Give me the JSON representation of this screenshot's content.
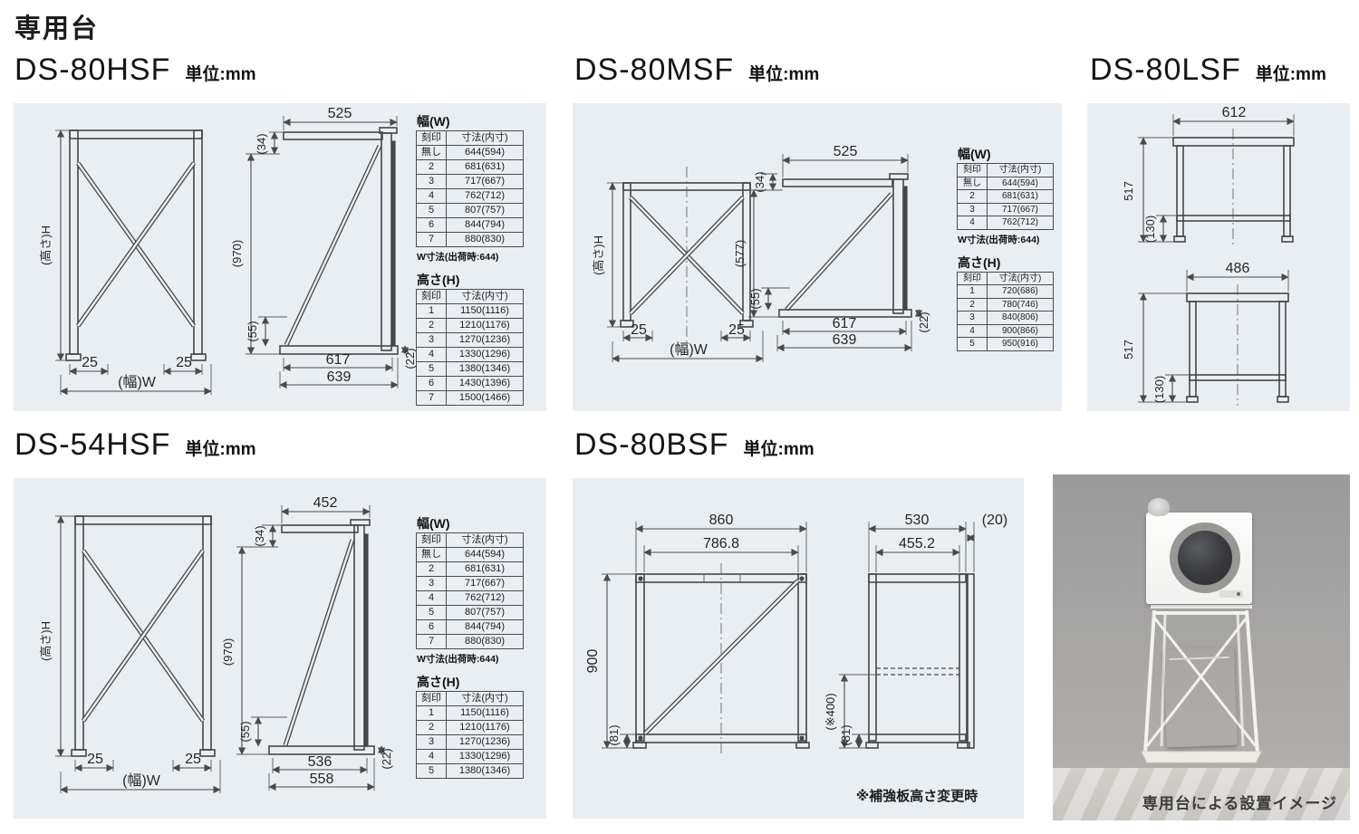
{
  "page_title": "専用台",
  "unit": "単位:mm",
  "table_header": {
    "mark": "刻印",
    "size": "寸法(内寸)"
  },
  "common": {
    "w_title": "幅(W)",
    "h_title": "高さ(H)",
    "w_note": "W寸法(出荷時:644)",
    "height_label": "(高さ)H",
    "width_label": "(幅)W",
    "foot": "25"
  },
  "ds80hsf": {
    "model": "DS-80HSF",
    "side": {
      "top_width": "525",
      "top_offset": "(34)",
      "height": "(970)",
      "brace_offset": "(55)",
      "inner_depth": "617",
      "outer_depth": "639",
      "base_thickness": "(22)"
    },
    "w_rows": [
      [
        "無し",
        "644(594)"
      ],
      [
        "2",
        "681(631)"
      ],
      [
        "3",
        "717(667)"
      ],
      [
        "4",
        "762(712)"
      ],
      [
        "5",
        "807(757)"
      ],
      [
        "6",
        "844(794)"
      ],
      [
        "7",
        "880(830)"
      ]
    ],
    "h_rows": [
      [
        "1",
        "1150(1116)"
      ],
      [
        "2",
        "1210(1176)"
      ],
      [
        "3",
        "1270(1236)"
      ],
      [
        "4",
        "1330(1296)"
      ],
      [
        "5",
        "1380(1346)"
      ],
      [
        "6",
        "1430(1396)"
      ],
      [
        "7",
        "1500(1466)"
      ]
    ]
  },
  "ds80msf": {
    "model": "DS-80MSF",
    "side": {
      "top_width": "525",
      "top_offset": "(34)",
      "height": "(577)",
      "brace_offset": "(55)",
      "inner_depth": "617",
      "outer_depth": "639",
      "base_thickness": "(22)"
    },
    "w_rows": [
      [
        "無し",
        "644(594)"
      ],
      [
        "2",
        "681(631)"
      ],
      [
        "3",
        "717(667)"
      ],
      [
        "4",
        "762(712)"
      ]
    ],
    "h_rows": [
      [
        "1",
        "720(686)"
      ],
      [
        "2",
        "780(746)"
      ],
      [
        "3",
        "840(806)"
      ],
      [
        "4",
        "900(866)"
      ],
      [
        "5",
        "950(916)"
      ]
    ]
  },
  "ds80lsf": {
    "model": "DS-80LSF",
    "view1": {
      "width": "612",
      "height": "517",
      "shelf_height": "(130)"
    },
    "view2": {
      "width": "486",
      "height": "517",
      "shelf_height": "(130)"
    }
  },
  "ds54hsf": {
    "model": "DS-54HSF",
    "side": {
      "top_width": "452",
      "top_offset": "(34)",
      "height": "(970)",
      "brace_offset": "(55)",
      "inner_depth": "536",
      "outer_depth": "558",
      "base_thickness": "(22)"
    },
    "w_rows": [
      [
        "無し",
        "644(594)"
      ],
      [
        "2",
        "681(631)"
      ],
      [
        "3",
        "717(667)"
      ],
      [
        "4",
        "762(712)"
      ],
      [
        "5",
        "807(757)"
      ],
      [
        "6",
        "844(794)"
      ],
      [
        "7",
        "880(830)"
      ]
    ],
    "h_rows": [
      [
        "1",
        "1150(1116)"
      ],
      [
        "2",
        "1210(1176)"
      ],
      [
        "3",
        "1270(1236)"
      ],
      [
        "4",
        "1330(1296)"
      ],
      [
        "5",
        "1380(1346)"
      ]
    ]
  },
  "ds80bsf": {
    "model": "DS-80BSF",
    "front": {
      "outer_width": "860",
      "inner_width": "786.8",
      "height": "900",
      "base_offset": "(81)"
    },
    "side": {
      "outer_depth": "530",
      "back_gap": "(20)",
      "inner_depth": "455.2",
      "reinforce_height": "(※400)",
      "base_offset": "(81)"
    },
    "note": "※補強板高さ変更時"
  },
  "photo": {
    "caption": "専用台による設置イメージ"
  }
}
